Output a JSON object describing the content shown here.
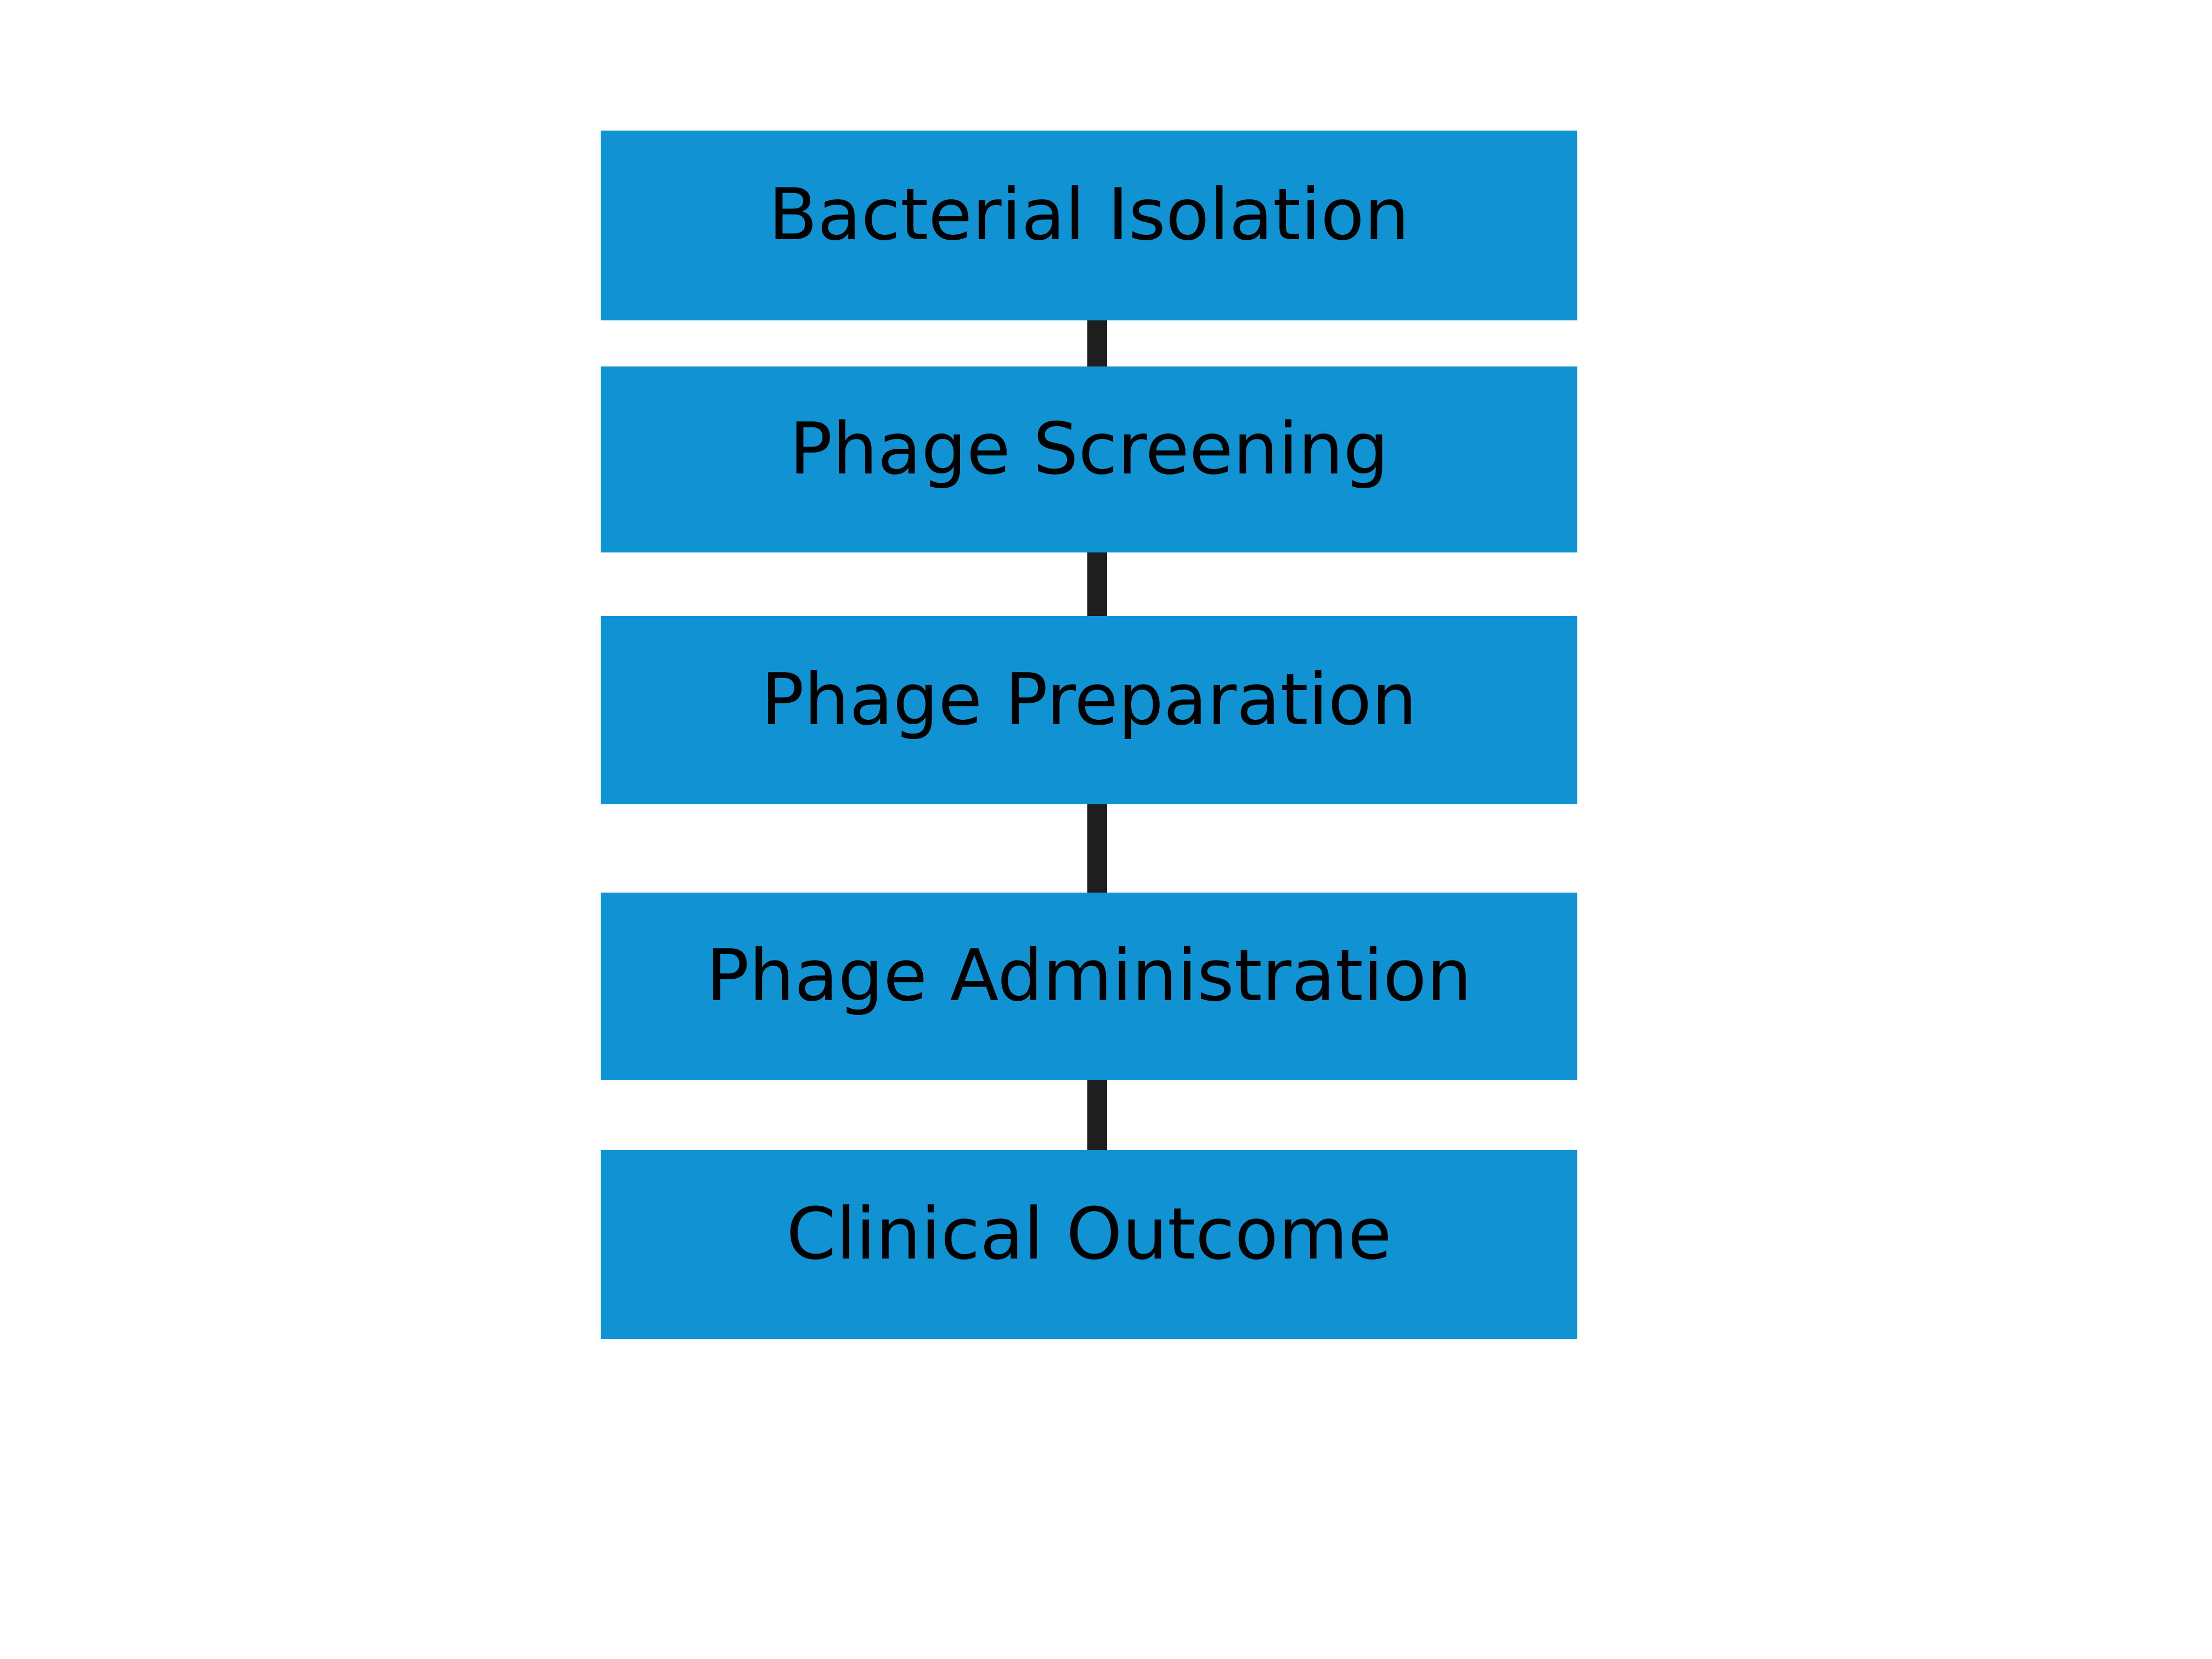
{
  "diagram": {
    "type": "flowchart",
    "direction": "top-down",
    "steps": [
      {
        "label": "Bacterial Isolation"
      },
      {
        "label": "Phage Screening"
      },
      {
        "label": "Phage Preparation"
      },
      {
        "label": "Phage Administration"
      },
      {
        "label": "Clinical Outcome"
      }
    ],
    "colors": {
      "box_fill": "#1193d3",
      "connector": "#1e1e1e",
      "text": "#000000",
      "background": "#ffffff"
    }
  }
}
